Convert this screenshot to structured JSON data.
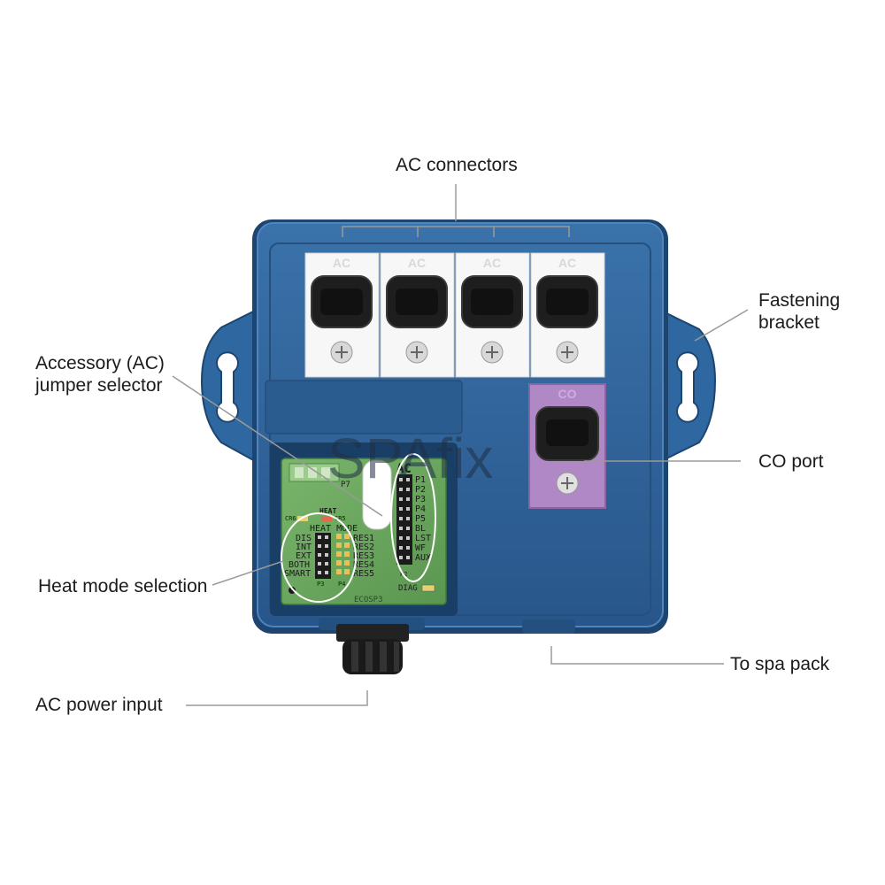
{
  "labels": {
    "ac_connectors": "AC connectors",
    "fastening_bracket_line1": "Fastening",
    "fastening_bracket_line2": "bracket",
    "accessory_jumper_line1": "Accessory (AC)",
    "accessory_jumper_line2": "jumper selector",
    "co_port": "CO port",
    "heat_mode_selection": "Heat mode selection",
    "to_spa_pack": "To spa pack",
    "ac_power_input": "AC power input"
  },
  "device": {
    "ac_port_label": "AC",
    "co_port_label": "CO",
    "heat_header": "HEAT",
    "heat_mode_header": "HEAT  MODE",
    "heat_modes": [
      "DIS",
      "INT",
      "EXT",
      "BOTH",
      "SMART"
    ],
    "res_labels": [
      "RES1",
      "RES2",
      "RES3",
      "RES4",
      "RES5"
    ],
    "ac_jumper_header": "AC",
    "ac_jumper_labels": [
      "P1",
      "P2",
      "P3",
      "P4",
      "P5",
      "BL",
      "LST",
      "WF",
      "AUX"
    ],
    "header_labels": [
      "P7",
      "P3",
      "P4",
      "P2",
      "CR6",
      "CR5"
    ],
    "diag_label": "DIAG",
    "board_text": "ECOSP3",
    "watermark": "SPAfix"
  },
  "colors": {
    "housing": "#2c5f94",
    "housing_dark": "#1d456f",
    "pcb_green": "#6aa860",
    "co_panel": "#b088c6",
    "connector_black": "#1e1e1e",
    "leader_line": "#9a9a9a"
  }
}
